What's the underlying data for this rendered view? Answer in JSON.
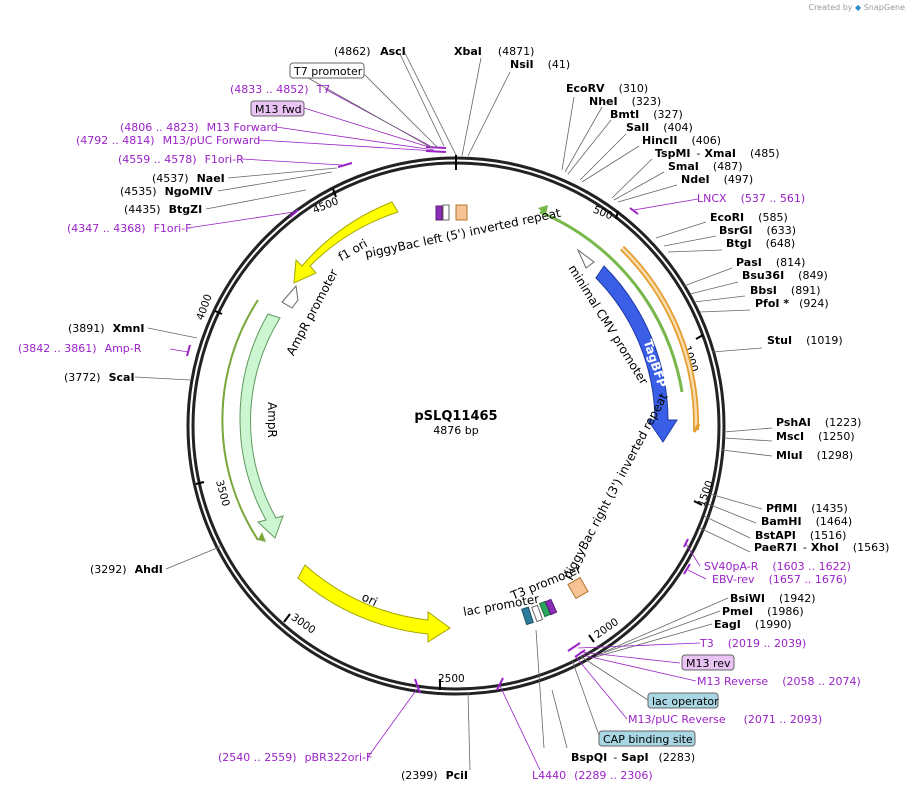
{
  "credit": {
    "prefix": "Created by",
    "brand": "SnapGene"
  },
  "plasmid": {
    "name": "pSLQ11465",
    "length": "4876 bp"
  },
  "colors": {
    "primer": "#9b22c8",
    "feature_label_box": "#a9d6e3",
    "primer_box": "#e8c3f3"
  },
  "ticks": [
    "500",
    "1000",
    "1500",
    "2000",
    "2500",
    "3000",
    "3500",
    "4000",
    "4500"
  ],
  "features": {
    "tagbfp": "TagBFP",
    "cmv": "minimal CMV promoter",
    "pb_left": "piggyBac left (5') inverted repeat",
    "pb_right": "piggyBac right (3') inverted repeat",
    "f1ori": "f1 ori",
    "ampr_promoter": "AmpR promoter",
    "ampr": "AmpR",
    "ori": "ori",
    "t3_promoter": "T3 promoter",
    "lac_promoter": "lac promoter"
  },
  "left_labels": [
    {
      "num": "(4862)",
      "name": "AscI"
    },
    {
      "box": "T7 promoter"
    },
    {
      "range": "(4833 .. 4852)",
      "name": "T7"
    },
    {
      "box": "M13 fwd"
    },
    {
      "range": "(4806 .. 4823)",
      "name": "M13 Forward"
    },
    {
      "range": "(4792 .. 4814)",
      "name": "M13/pUC Forward"
    },
    {
      "range": "(4559 .. 4578)",
      "name": "F1ori-R"
    },
    {
      "num": "(4537)",
      "name": "NaeI"
    },
    {
      "num": "(4535)",
      "name": "NgoMIV"
    },
    {
      "num": "(4435)",
      "name": "BtgZI"
    },
    {
      "range": "(4347 .. 4368)",
      "name": "F1ori-F"
    },
    {
      "num": "(3891)",
      "name": "XmnI"
    },
    {
      "range": "(3842 .. 3861)",
      "name": "Amp-R"
    },
    {
      "num": "(3772)",
      "name": "ScaI"
    },
    {
      "num": "(3292)",
      "name": "AhdI"
    },
    {
      "range": "(2540 .. 2559)",
      "name": "pBR322ori-F"
    },
    {
      "num": "(2399)",
      "name": "PciI"
    },
    {
      "name": "L4440",
      "range": "(2289 .. 2306)"
    },
    {
      "name": "BspQI",
      "sep": "-",
      "name2": "SapI",
      "num": "(2283)"
    }
  ],
  "right_labels": [
    {
      "name": "XbaI",
      "num": "(4871)"
    },
    {
      "name": "NsiI",
      "num": "(41)"
    },
    {
      "name": "EcoRV",
      "num": "(310)"
    },
    {
      "name": "NheI",
      "num": "(323)"
    },
    {
      "name": "BmtI",
      "num": "(327)"
    },
    {
      "name": "SalI",
      "num": "(404)"
    },
    {
      "name": "HincII",
      "num": "(406)"
    },
    {
      "name": "TspMI",
      "sep": "-",
      "name2": "XmaI",
      "num": "(485)"
    },
    {
      "name": "SmaI",
      "num": "(487)"
    },
    {
      "name": "NdeI",
      "num": "(497)"
    },
    {
      "name": "LNCX",
      "range": "(537 .. 561)"
    },
    {
      "name": "EcoRI",
      "num": "(585)"
    },
    {
      "name": "BsrGI",
      "num": "(633)"
    },
    {
      "name": "BtgI",
      "num": "(648)"
    },
    {
      "name": "PasI",
      "num": "(814)"
    },
    {
      "name": "Bsu36I",
      "num": "(849)"
    },
    {
      "name": "BbsI",
      "num": "(891)"
    },
    {
      "name": "PfoI *",
      "num": "(924)"
    },
    {
      "name": "StuI",
      "num": "(1019)"
    },
    {
      "name": "PshAI",
      "num": "(1223)"
    },
    {
      "name": "MscI",
      "num": "(1250)"
    },
    {
      "name": "MluI",
      "num": "(1298)"
    },
    {
      "name": "PflMI",
      "num": "(1435)"
    },
    {
      "name": "BamHI",
      "num": "(1464)"
    },
    {
      "name": "BstAPI",
      "num": "(1516)"
    },
    {
      "name": "PaeR7I",
      "sep": "-",
      "name2": "XhoI",
      "num": "(1563)"
    },
    {
      "name": "SV40pA-R",
      "range": "(1603 .. 1622)"
    },
    {
      "name": "EBV-rev",
      "range": "(1657 .. 1676)"
    },
    {
      "name": "BsiWI",
      "num": "(1942)"
    },
    {
      "name": "PmeI",
      "num": "(1986)"
    },
    {
      "name": "EagI",
      "num": "(1990)"
    },
    {
      "name": "T3",
      "range": "(2019 .. 2039)"
    },
    {
      "box": "M13 rev"
    },
    {
      "name": "M13 Reverse",
      "range": "(2058 .. 2074)"
    },
    {
      "box": "lac operator"
    },
    {
      "name": "M13/pUC Reverse",
      "range": "(2071 .. 2093)"
    },
    {
      "box": "CAP binding site"
    }
  ]
}
